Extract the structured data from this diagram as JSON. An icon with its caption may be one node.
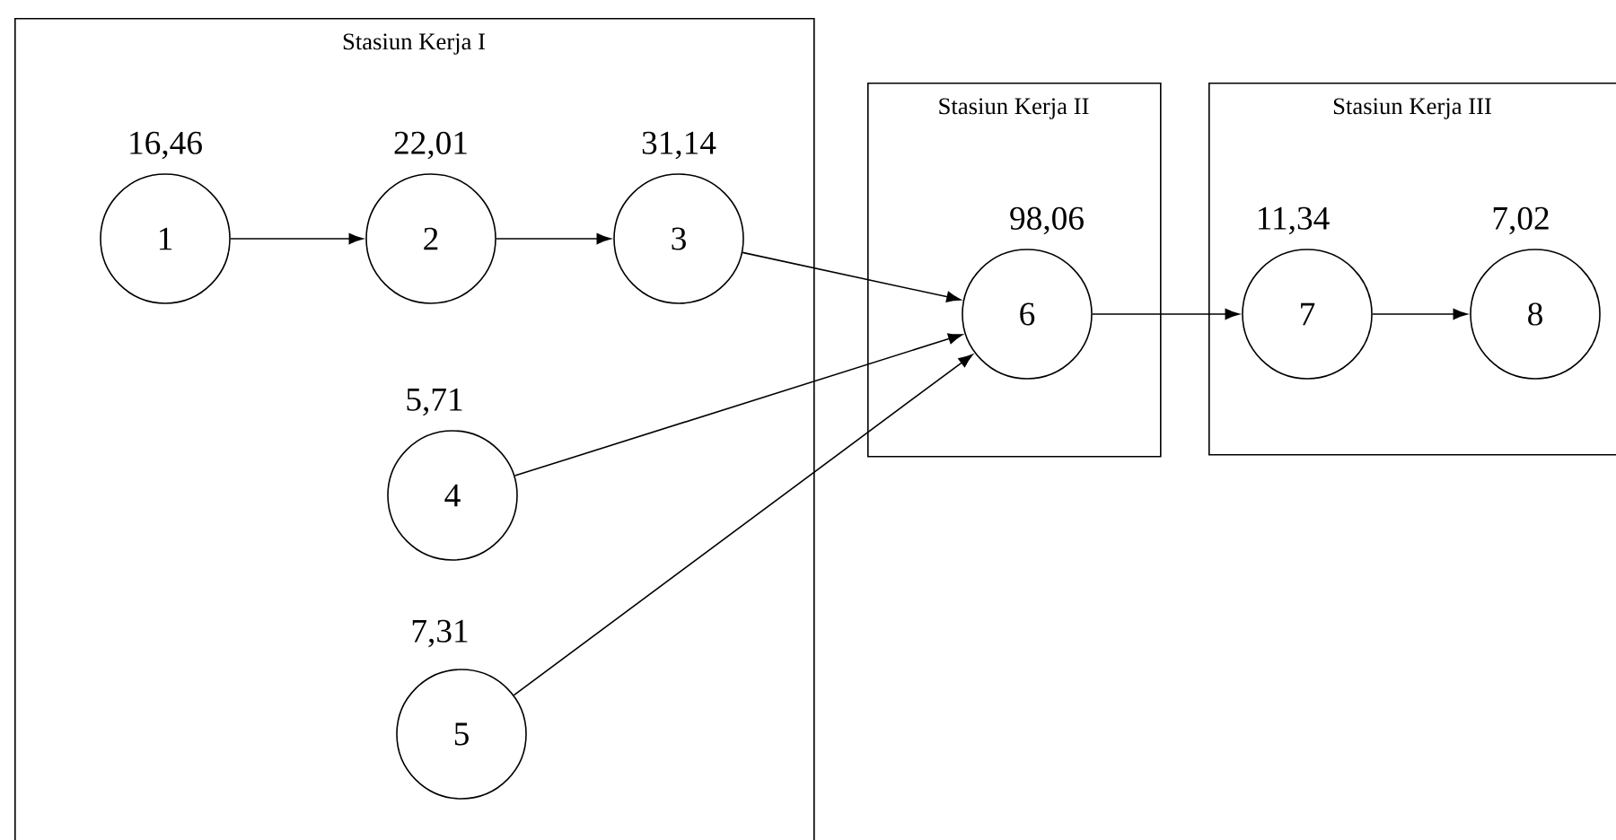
{
  "diagram": {
    "nodes": [
      {
        "text": [
          "Stasiun Kerja I"
        ]
      },
      {
        "text": [
          "Stasiun Kerja II"
        ]
      },
      {
        "text": [
          "Stasiun Kerja III"
        ]
      },
      {
        "text": [
          "1"
        ],
        "beside": [
          "16,46"
        ],
        "in": 0
      },
      {
        "text": [
          "2"
        ],
        "beside": [
          "22,01"
        ],
        "in": 0
      },
      {
        "text": [
          "3"
        ],
        "beside": [
          "31,14"
        ],
        "in": 0
      },
      {
        "text": [
          "4"
        ],
        "beside": [
          "5,71"
        ],
        "in": 0
      },
      {
        "text": [
          "5"
        ],
        "beside": [
          "7,31"
        ],
        "in": 0
      },
      {
        "text": [
          "6"
        ],
        "beside": [
          "98,06"
        ],
        "in": 1
      },
      {
        "text": [
          "7"
        ],
        "beside": [
          "11,34"
        ],
        "in": 2
      },
      {
        "text": [
          "8"
        ],
        "beside": [
          "7,02"
        ],
        "in": 2
      }
    ],
    "edges": [
      {
        "from": 3,
        "to": 4,
        "arrow": "to"
      },
      {
        "from": 4,
        "to": 5,
        "arrow": "to"
      },
      {
        "from": 5,
        "to": 8,
        "arrow": "to"
      },
      {
        "from": 6,
        "to": 8,
        "arrow": "to"
      },
      {
        "from": 7,
        "to": 8,
        "arrow": "to"
      },
      {
        "from": 8,
        "to": 9,
        "arrow": "to"
      },
      {
        "from": 9,
        "to": 10,
        "arrow": "to"
      }
    ]
  }
}
